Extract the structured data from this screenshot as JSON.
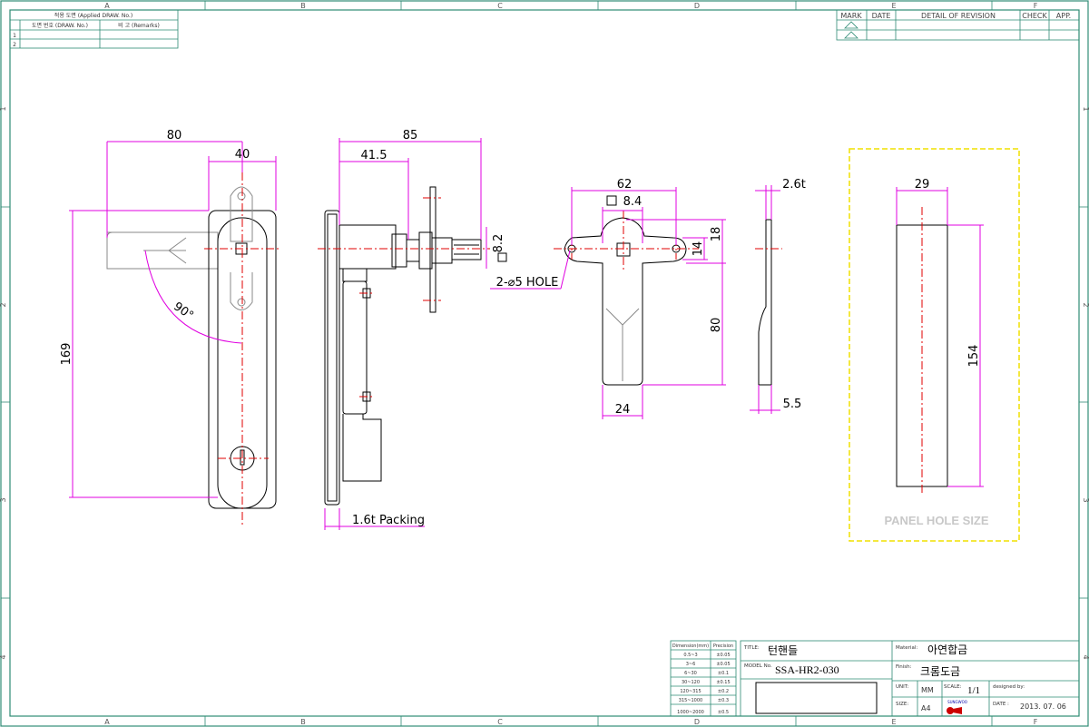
{
  "zones": {
    "top": [
      "A",
      "B",
      "C",
      "D",
      "E",
      "F"
    ],
    "side": [
      "1",
      "2",
      "3",
      "4"
    ]
  },
  "applied_table": {
    "header": "적용 도면 (Applied DRAW. No.)",
    "col_drawno": "도면 번호 (DRAW. No.)",
    "col_remarks": "비 고 (Remarks)",
    "rows": [
      "1",
      "2"
    ]
  },
  "revision_table": {
    "headers": [
      "MARK",
      "DATE",
      "DETAIL OF REVISION",
      "CHECK",
      "APP."
    ]
  },
  "dimensions": {
    "front_width": "80",
    "front_handle": "40",
    "front_height": "169",
    "front_angle": "90°",
    "side_length": "85",
    "side_body": "41.5",
    "side_square": "8.2",
    "packing": "1.6t Packing",
    "cam_width": "62",
    "cam_square": "8.4",
    "cam_height": "18",
    "cam_14": "14",
    "cam_80": "80",
    "cam_24": "24",
    "hole_note": "2-⌀5 HOLE",
    "thk": "2.6t",
    "thk_5_5": "5.5",
    "hole_width": "29",
    "hole_height": "154",
    "panel_hole": "PANEL HOLE SIZE"
  },
  "precision_table": {
    "headers": [
      "Dimension(mm)",
      "Precision"
    ],
    "rows": [
      [
        "0.5~3",
        "±0.05"
      ],
      [
        "3~6",
        "±0.05"
      ],
      [
        "6~30",
        "±0.1"
      ],
      [
        "30~120",
        "±0.15"
      ],
      [
        "120~315",
        "±0.2"
      ],
      [
        "315~1000",
        "±0.3"
      ],
      [
        "1000~2000",
        "±0.5"
      ]
    ]
  },
  "title_block": {
    "title_label": "TITLE:",
    "title": "턴핸들",
    "model_label": "MODEL No.",
    "model": "SSA-HR2-030",
    "material_label": "Material:",
    "material": "아연합금",
    "finish_label": "Finish:",
    "finish": "크롬도금",
    "unit_label": "UNIT:",
    "unit": "MM",
    "scale_label": "SCALE:",
    "scale": "1/1",
    "designed_label": "designed by:",
    "size_label": "SIZE:",
    "size": "A4",
    "logo_text": "SUNGWOO",
    "date_label": "DATE :",
    "date": "2013. 07. 06"
  },
  "colors": {
    "frame": "#2e8b74",
    "dimension": "#e000e0",
    "centerline": "#e00000",
    "panel_outline": "#f0e000"
  }
}
